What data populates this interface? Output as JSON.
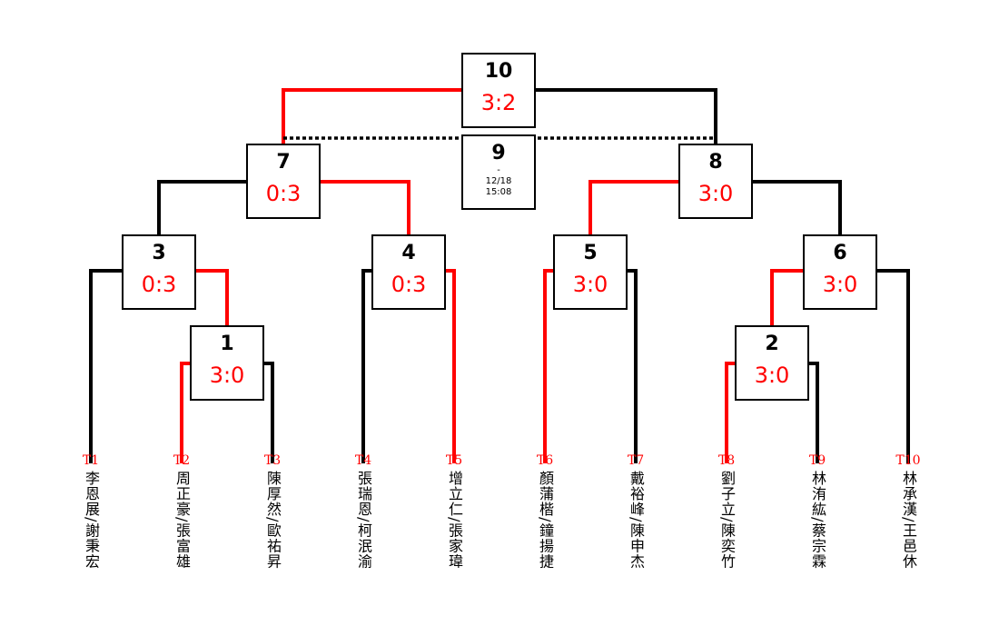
{
  "colors": {
    "win": "#ff0000",
    "line": "#000000"
  },
  "matches": [
    {
      "num": "1",
      "score": "3:0"
    },
    {
      "num": "2",
      "score": "3:0"
    },
    {
      "num": "3",
      "score": "0:3"
    },
    {
      "num": "4",
      "score": "0:3"
    },
    {
      "num": "5",
      "score": "3:0"
    },
    {
      "num": "6",
      "score": "3:0"
    },
    {
      "num": "7",
      "score": "0:3"
    },
    {
      "num": "8",
      "score": "3:0"
    },
    {
      "num": "9",
      "dot": "-",
      "date": "12/18",
      "time": "15:08"
    },
    {
      "num": "10",
      "score": "3:2"
    }
  ],
  "teams": [
    {
      "id": "T1",
      "names": "李恩展/謝秉宏"
    },
    {
      "id": "T2",
      "names": "周正豪/張富雄"
    },
    {
      "id": "T3",
      "names": "陳厚然/歐祐昇"
    },
    {
      "id": "T4",
      "names": "張瑞恩/柯泯渝"
    },
    {
      "id": "T5",
      "names": "增立仁/張家瑋"
    },
    {
      "id": "T6",
      "names": "顏蒲楷/鐘揚捷"
    },
    {
      "id": "T7",
      "names": "戴裕峰/陳申杰"
    },
    {
      "id": "T8",
      "names": "劉子立/陳奕竹"
    },
    {
      "id": "T9",
      "names": "林洧紘/蔡宗霖"
    },
    {
      "id": "T10",
      "names": "林承漢/王邑休"
    }
  ]
}
